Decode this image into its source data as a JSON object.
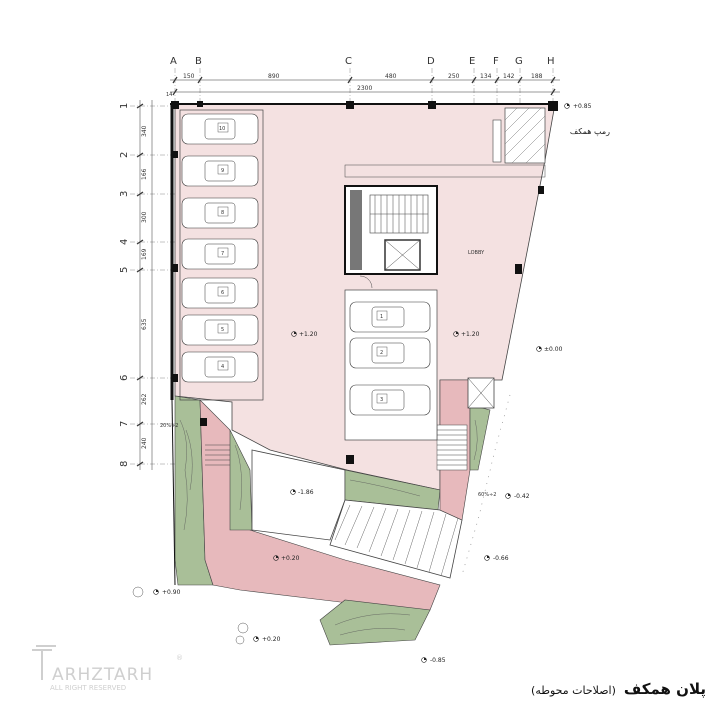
{
  "title": {
    "main": "پلان همکف",
    "sub": "(اصلاحات محوطه)"
  },
  "watermark": {
    "brand": "ARHZTARH",
    "rights": "ALL RIGHT RESERVED",
    "mark": "®"
  },
  "grid_columns": [
    "A",
    "B",
    "C",
    "D",
    "E",
    "F",
    "G",
    "H"
  ],
  "grid_rows": [
    "1",
    "2",
    "3",
    "4",
    "5",
    "6",
    "7",
    "8"
  ],
  "top_dimensions": [
    "150",
    "890",
    "480",
    "250",
    "134",
    "142",
    "188"
  ],
  "overall_dimension": "2300",
  "offset_dimension": "14",
  "left_dimensions": [
    "340",
    "166",
    "300",
    "169",
    "635",
    "262",
    "240"
  ],
  "ramp_grade": "20%÷2",
  "ramp_grade_2": "60%÷2",
  "levels": {
    "top_right": "+0.85",
    "parking_left": "+1.20",
    "parking_right": "+1.20",
    "right_side": "±0.00",
    "sunken_court": "-1.86",
    "east_stair": "-0.42",
    "east_low": "-0.66",
    "yard": "+0.20",
    "west_corner": "+0.90",
    "bottom_left": "+0.20",
    "bottom_center": "-0.85"
  },
  "labels": {
    "lobby": "LOBBY",
    "ramp_note": "رمپ همکف"
  },
  "parking_spaces": [
    "10",
    "9",
    "8",
    "7",
    "6",
    "5",
    "4",
    "1",
    "2",
    "3"
  ],
  "colors": {
    "floor": "#f4e1e1",
    "landscape": "#a9bf98",
    "paving": "#e7b9bc",
    "walls": "#111111",
    "lines": "#444444"
  }
}
